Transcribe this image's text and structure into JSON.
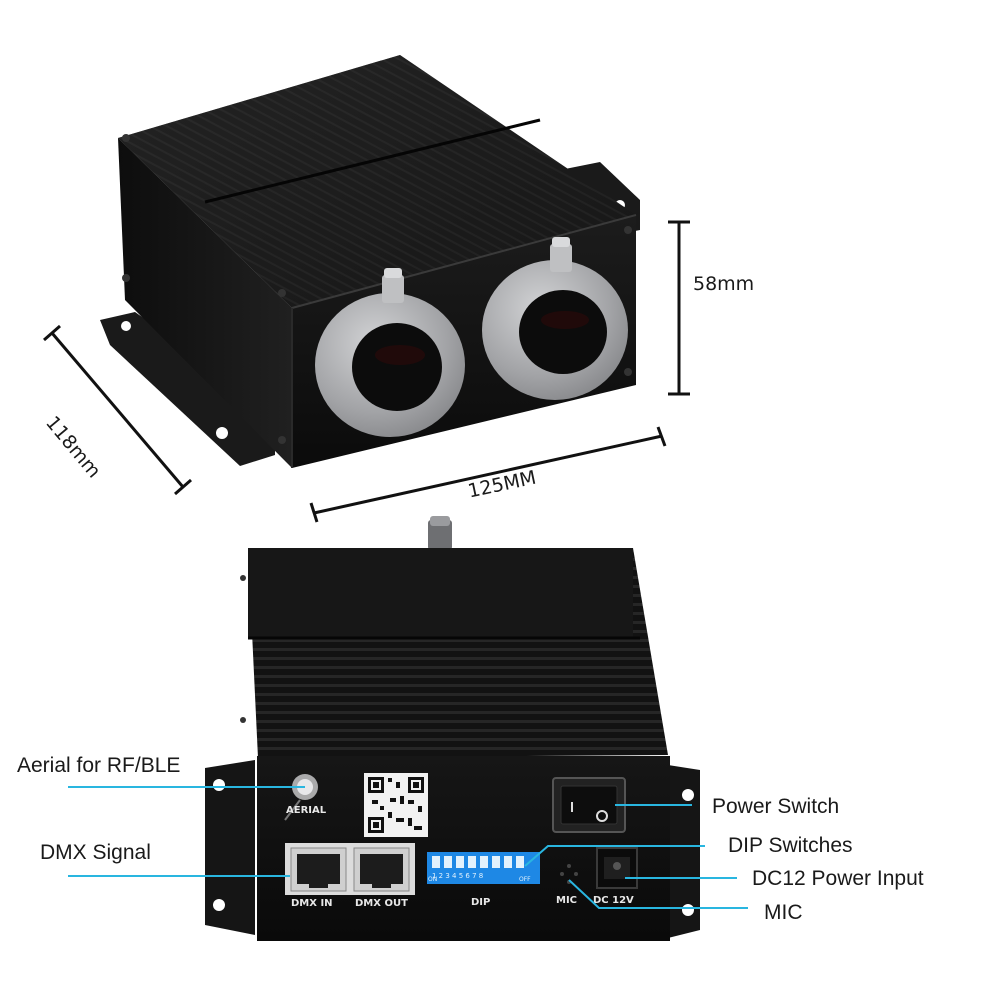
{
  "dimensions": {
    "height": "58mm",
    "depth": "118mm",
    "width": "125MM"
  },
  "device_markings": {
    "aerial": "AERIAL",
    "dmx_in": "DMX IN",
    "dmx_out": "DMX OUT",
    "dip": "DIP",
    "dip_numbers": "1 2 3 4 5 6 7 8",
    "dip_on": "ON",
    "dip_off": "OFF",
    "mic": "MIC",
    "dc": "DC 12V"
  },
  "callouts": {
    "aerial": "Aerial for RF/BLE",
    "dmx": "DMX Signal",
    "power_switch": "Power Switch",
    "dip_switches": "DIP Switches",
    "dc_power": "DC12 Power Input",
    "mic": "MIC"
  },
  "colors": {
    "callout_line": "#29b6e0",
    "housing": "#151515",
    "ring": "#a9aaac",
    "dip_block": "#1e88e5"
  }
}
